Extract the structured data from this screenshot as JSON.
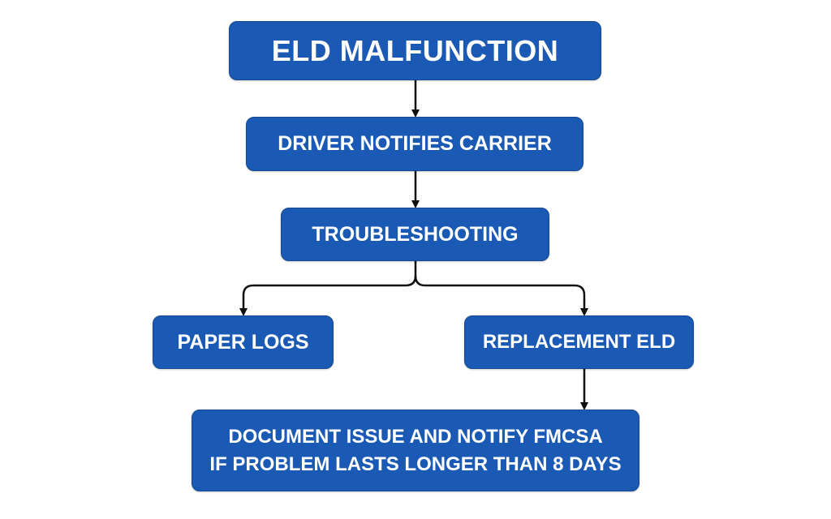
{
  "diagram": {
    "nodes": {
      "malfunction": "ELD MALFUNCTION",
      "notify": "DRIVER NOTIFIES CARRIER",
      "troubleshooting": "TROUBLESHOOTING",
      "paper_logs": "PAPER LOGS",
      "replacement": "REPLACEMENT ELD",
      "document_line1": "DOCUMENT ISSUE AND NOTIFY FMCSA",
      "document_line2": "IF PROBLEM LASTS LONGER THAN 8 DAYS"
    },
    "colors": {
      "box": "#1b5ab4",
      "text": "#ffffff",
      "arrow": "#111111"
    }
  }
}
